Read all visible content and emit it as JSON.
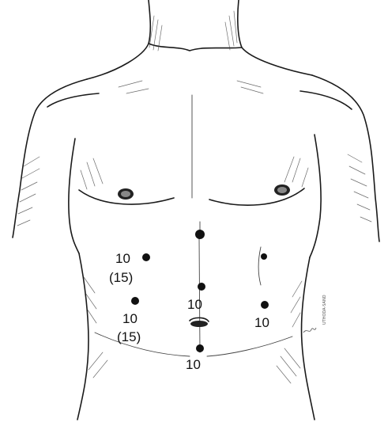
{
  "diagram": {
    "ports": [
      {
        "id": "left-upper",
        "label": "10",
        "alt": "(15)"
      },
      {
        "id": "left-lower",
        "label": "10",
        "alt": "(15)"
      },
      {
        "id": "epigastric",
        "label": ""
      },
      {
        "id": "midline-upper",
        "label": "10"
      },
      {
        "id": "umbilical",
        "label": ""
      },
      {
        "id": "suprapubic",
        "label": "10"
      },
      {
        "id": "right-upper",
        "label": ""
      },
      {
        "id": "right-lower",
        "label": "10"
      }
    ],
    "colors": {
      "ink": "#111111",
      "background": "#ffffff"
    }
  }
}
